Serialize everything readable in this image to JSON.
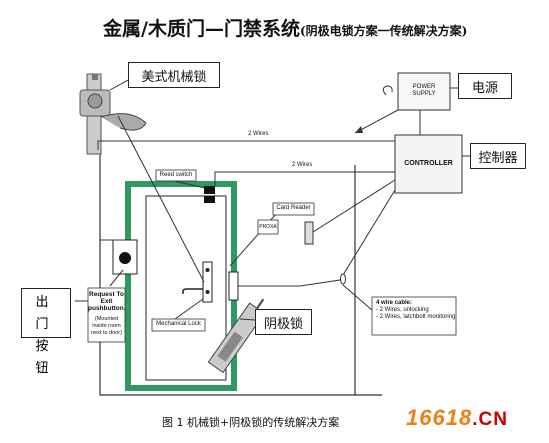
{
  "title": {
    "main": "金属/木质门—门禁系统",
    "sub": "(阴极电锁方案一传统解决方案)"
  },
  "callouts": {
    "mechanical_lock": "美式机械锁",
    "power": "电源",
    "controller": "控制器",
    "electric_strike": "阴极锁",
    "exit_button": "出 门 按 钮"
  },
  "boxes": {
    "power_supply": [
      "POWER",
      "SUPPLY"
    ],
    "controller": "CONTROLLER",
    "card_reader": "Card Reader",
    "reader_label": "PROXA",
    "read_switch": "Reed switch",
    "mechanical_lock": "Mechanical Lock",
    "exit_main": [
      "Request To",
      "Exit",
      "pushbutton."
    ],
    "exit_note": [
      "(Mounted",
      "inside room",
      "next to door)"
    ]
  },
  "wires": {
    "top": "2 Wires",
    "middle": "2 Wires"
  },
  "cable_note": {
    "heading": "4 wire cable:",
    "lines": [
      "- 2 Wires, unlocking",
      "- 2 Wires, latchbolt monitoring"
    ]
  },
  "caption": "图 1  机械锁+阴极锁的传统解决方案",
  "brand": {
    "num": "16618",
    "dot": ".",
    "cn": "CN"
  },
  "colors": {
    "door_frame": "#2e9a62",
    "line": "#333333",
    "brand": "#f08010"
  }
}
